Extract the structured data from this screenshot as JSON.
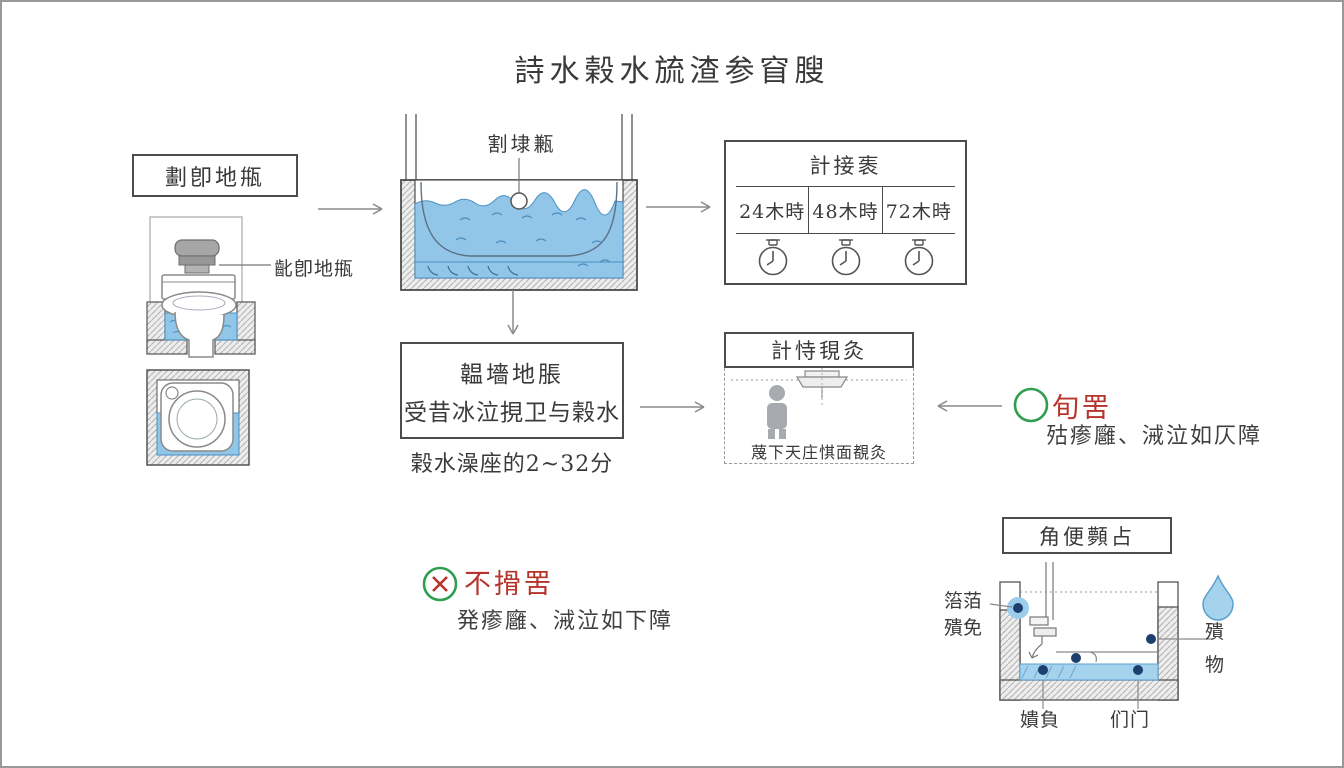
{
  "page": {
    "title": "詩水榖水旈渣参窅膄"
  },
  "left": {
    "box_label": "劃卽地甁",
    "plug_label": "齔卽地甁"
  },
  "tank": {
    "float_label": "割埭甉"
  },
  "timer": {
    "title": "計接袠",
    "cells": [
      "24木時",
      "48木時",
      "72木時"
    ]
  },
  "soak": {
    "line1": "韞墻地脹",
    "line2": "受昔冰泣挸卫与榖水",
    "caption": "榖水澡座的2~32分"
  },
  "observe": {
    "title": "計恃覒灸",
    "caption": "蔑下天庄㥍面覩灸"
  },
  "ok_note": {
    "label": "旬罟",
    "desc": "㱠瘆廱、㳦泣如仄障"
  },
  "bad_note": {
    "label": "不搰罟",
    "desc": "発瘆廱、㳦泣如下障"
  },
  "corner": {
    "title": "角便顭占",
    "left_label_line1": "箈萡",
    "left_label_line2": "殨免",
    "right_label_line1": "殨",
    "right_label_line2": "物",
    "bottom_label1": "嬇負",
    "bottom_label2": "们门"
  },
  "colors": {
    "accent_red": "#b5342c",
    "accent_green": "#2f9e4e",
    "water_blue": "#92c6e8",
    "water_stroke": "#4a8fc0",
    "ink": "#3a3a3a"
  }
}
